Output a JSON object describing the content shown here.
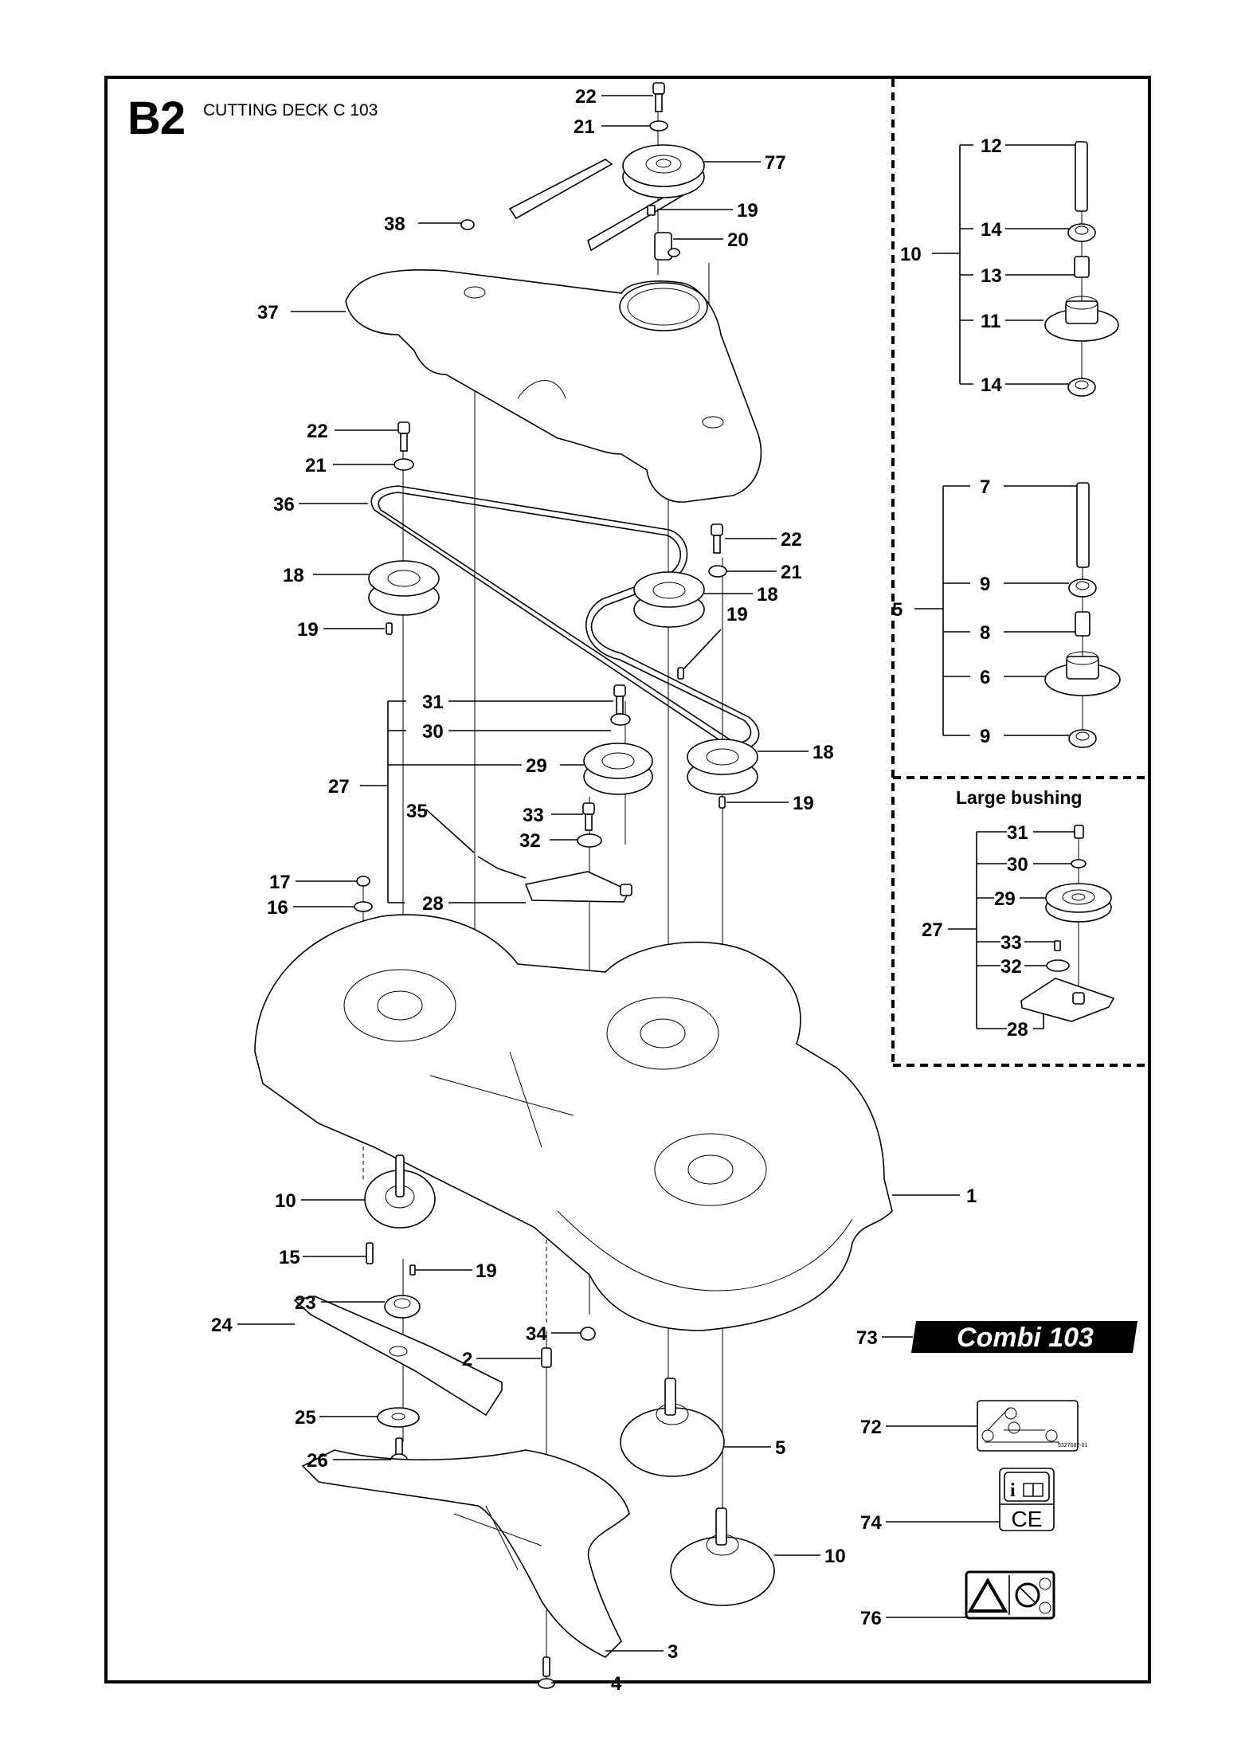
{
  "header": {
    "page_id": "B2",
    "title": "CUTTING DECK C 103"
  },
  "insets": {
    "large_bushing_title": "Large bushing",
    "spindle_10": {
      "assembly": "10",
      "parts": [
        "12",
        "14",
        "13",
        "11",
        "14"
      ]
    },
    "spindle_5": {
      "assembly": "5",
      "parts": [
        "7",
        "9",
        "8",
        "6",
        "9"
      ]
    },
    "large_bushing": {
      "assembly": "27",
      "parts": [
        "31",
        "30",
        "29",
        "33",
        "32",
        "28"
      ]
    }
  },
  "labels": {
    "bolt_top": "22",
    "washer_top": "21",
    "pulley_main": "77",
    "key_top": "19",
    "spacer_top": "20",
    "screw_cover": "38",
    "belt_cover": "37",
    "bolt_left": "22",
    "washer_left": "21",
    "belt": "36",
    "pulley_left": "18",
    "key_left": "19",
    "bolt_mid": "22",
    "washer_mid": "21",
    "pulley_mid": "18",
    "key_mid": "19",
    "idler_bolt": "31",
    "idler_washer": "30",
    "idler_pulley": "29",
    "pulley_right": "18",
    "key_right": "19",
    "idler_assembly": "27",
    "spring": "35",
    "arm_bolt": "33",
    "arm_washer": "32",
    "nut_left": "17",
    "washer_nut_left": "16",
    "idler_arm": "28",
    "spindle_left": "10",
    "deck": "1",
    "spindle_bolt": "15",
    "key_lower": "19",
    "blade_adapter": "23",
    "blade": "24",
    "nut_lower": "34",
    "spacer_lower": "2",
    "decal_combi": "73",
    "blade_washer": "25",
    "blade_bolt": "26",
    "decal_belt": "72",
    "spindle_center": "5",
    "decal_info": "74",
    "spindle_right": "10",
    "deflector": "3",
    "decal_warning": "76",
    "deflector_bolt": "4"
  },
  "decals": {
    "combi_text": "Combi 103",
    "belt_decal_code": "5327687-01",
    "info_symbol": "i",
    "ce_mark": "CE"
  },
  "colors": {
    "ink": "#000000",
    "paper": "#ffffff"
  }
}
